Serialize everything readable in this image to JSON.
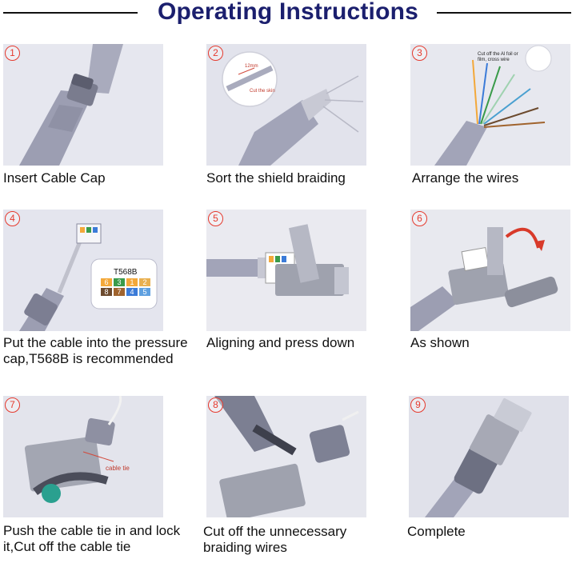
{
  "title": "Operating Instructions",
  "steps": [
    {
      "number": "1",
      "caption": "Insert Cable Cap"
    },
    {
      "number": "2",
      "caption": "Sort the shield braiding",
      "note": "Cut the skin",
      "measure": "12mm"
    },
    {
      "number": "3",
      "caption": "Arrange the wires",
      "note": "Cut off the Al foil or film, cross wire"
    },
    {
      "number": "4",
      "caption": "Put the cable into the pressure cap,T568B is recommended",
      "standard": "T568B",
      "pins": [
        "6",
        "3",
        "1",
        "2",
        "8",
        "7",
        "4",
        "5"
      ]
    },
    {
      "number": "5",
      "caption": "Aligning  and press down"
    },
    {
      "number": "6",
      "caption": "As shown"
    },
    {
      "number": "7",
      "caption": "Push the cable tie in and lock it,Cut off the cable tie",
      "note": "cable tie"
    },
    {
      "number": "8",
      "caption": "Cut off the unnecessary braiding wires"
    },
    {
      "number": "9",
      "caption": "Complete"
    }
  ],
  "colors": {
    "title": "#1b1f6e",
    "number": "#e53a2e",
    "photo_bg": "#dcdde8",
    "cable": "#a6a8bc"
  }
}
